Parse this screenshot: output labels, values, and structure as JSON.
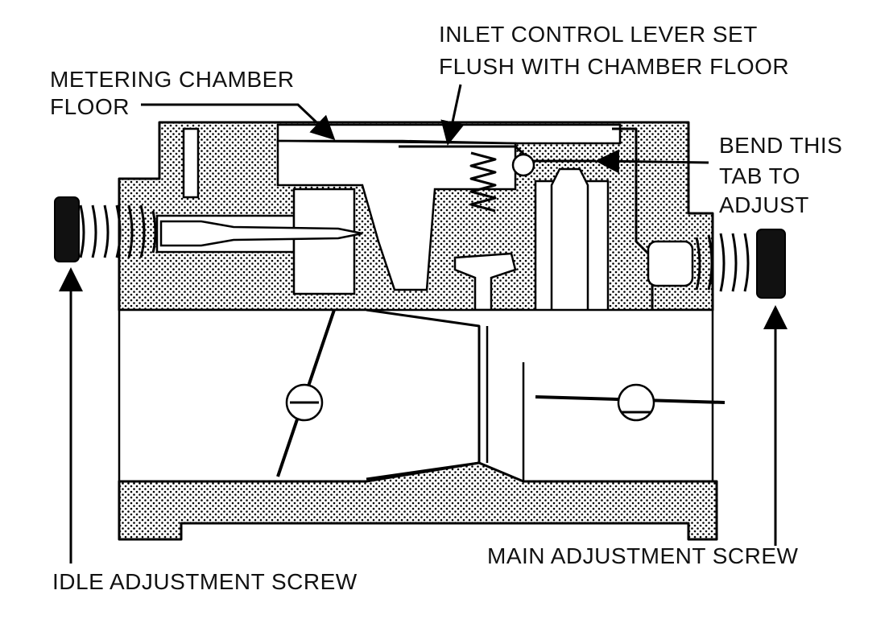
{
  "diagram": {
    "labels": {
      "inlet_line1": "INLET CONTROL LEVER SET",
      "inlet_line2": "FLUSH WITH CHAMBER FLOOR",
      "metering_line1": "METERING CHAMBER",
      "metering_line2": "FLOOR",
      "bend_line1": "BEND THIS",
      "bend_line2": "TAB TO",
      "bend_line3": "ADJUST",
      "main_screw": "MAIN ADJUSTMENT SCREW",
      "idle_screw": "IDLE ADJUSTMENT SCREW"
    }
  }
}
